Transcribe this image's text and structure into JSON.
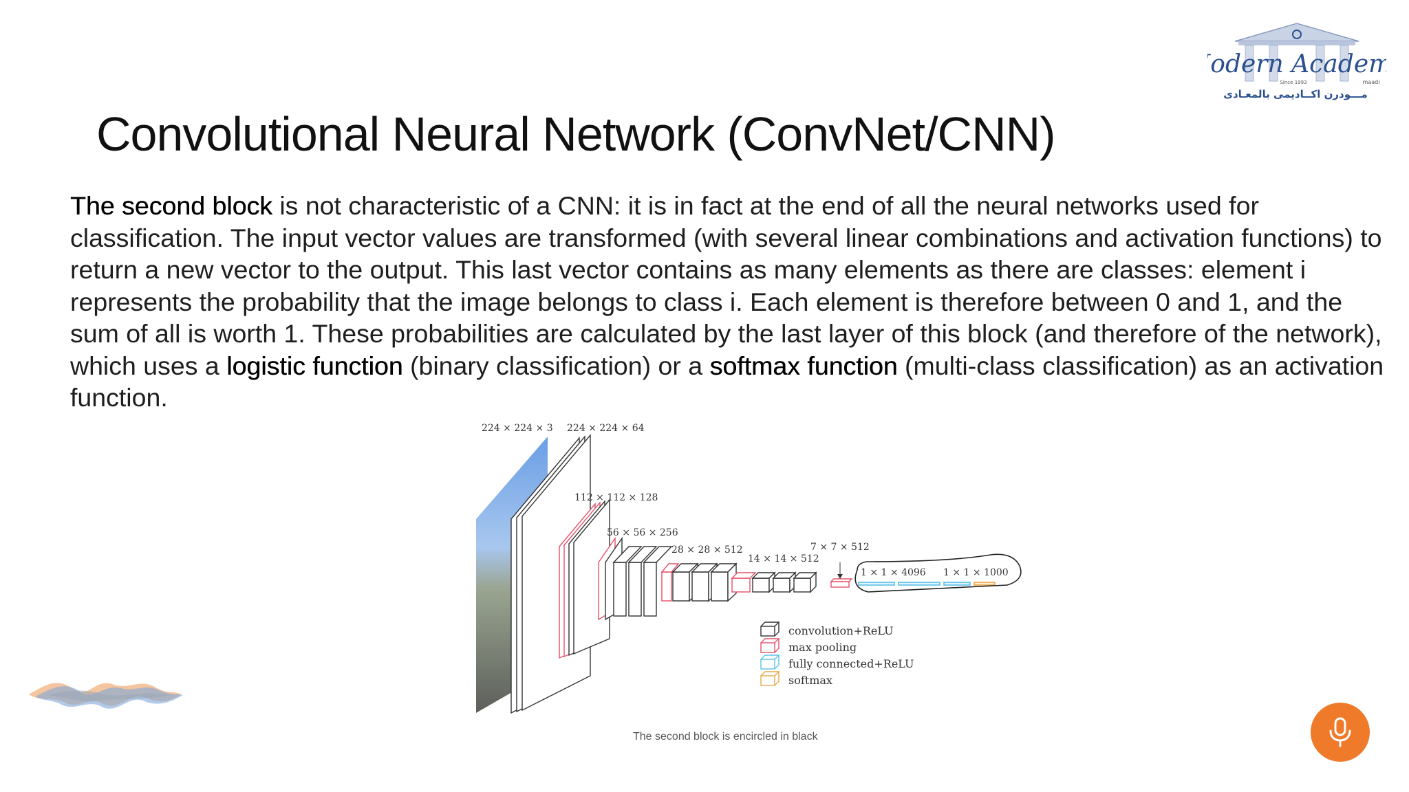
{
  "slide": {
    "title": "Convolutional Neural Network (ConvNet/CNN)"
  },
  "logo": {
    "name": "Modern Academy",
    "est": "Since 1993",
    "location": "maadi",
    "arabic": "مـــودرن اكــاديمى بالمعـادى"
  },
  "body": {
    "p1_bold": "The second block",
    "p1_text": " is not characteristic of a CNN: it is in fact at the end of all the neural networks used for classification. The input vector values are transformed (with several linear combinations and activation functions) to return a new vector to the output. This last vector contains as many elements as there are classes: element i represents the probability that the image belongs to class i. Each element is therefore between 0 and 1, and the sum of all is worth 1. These probabilities are calculated by the last layer of this block (and therefore of the network), which uses a ",
    "p1_bold2": "logistic function",
    "p1_text2": " (binary classification) or a ",
    "p1_bold3": "softmax function",
    "p1_text3": " (multi-class classification) as an activation function."
  },
  "diagram": {
    "labels": {
      "l1": "224 × 224 × 3",
      "l2": "224 × 224 × 64",
      "l3": "112 × 112 × 128",
      "l4": "56 × 56 × 256",
      "l5": "28 × 28 × 512",
      "l6": "14 × 14 × 512",
      "l7": "7 × 7 × 512",
      "l8": "1 × 1 × 4096",
      "l9": "1 × 1 × 1000"
    },
    "legend": {
      "conv": "convolution+ReLU",
      "pool": "max pooling",
      "fc": "fully connected+ReLU",
      "softmax": "softmax"
    },
    "colors": {
      "conv": "#222222",
      "pool": "#e8506a",
      "fc": "#5bc0e8",
      "softmax": "#e8a84a"
    }
  },
  "caption": "The second block is encircled in black",
  "colors": {
    "accent": "#ef7a2a",
    "logo_blue": "#2a4f8f"
  }
}
